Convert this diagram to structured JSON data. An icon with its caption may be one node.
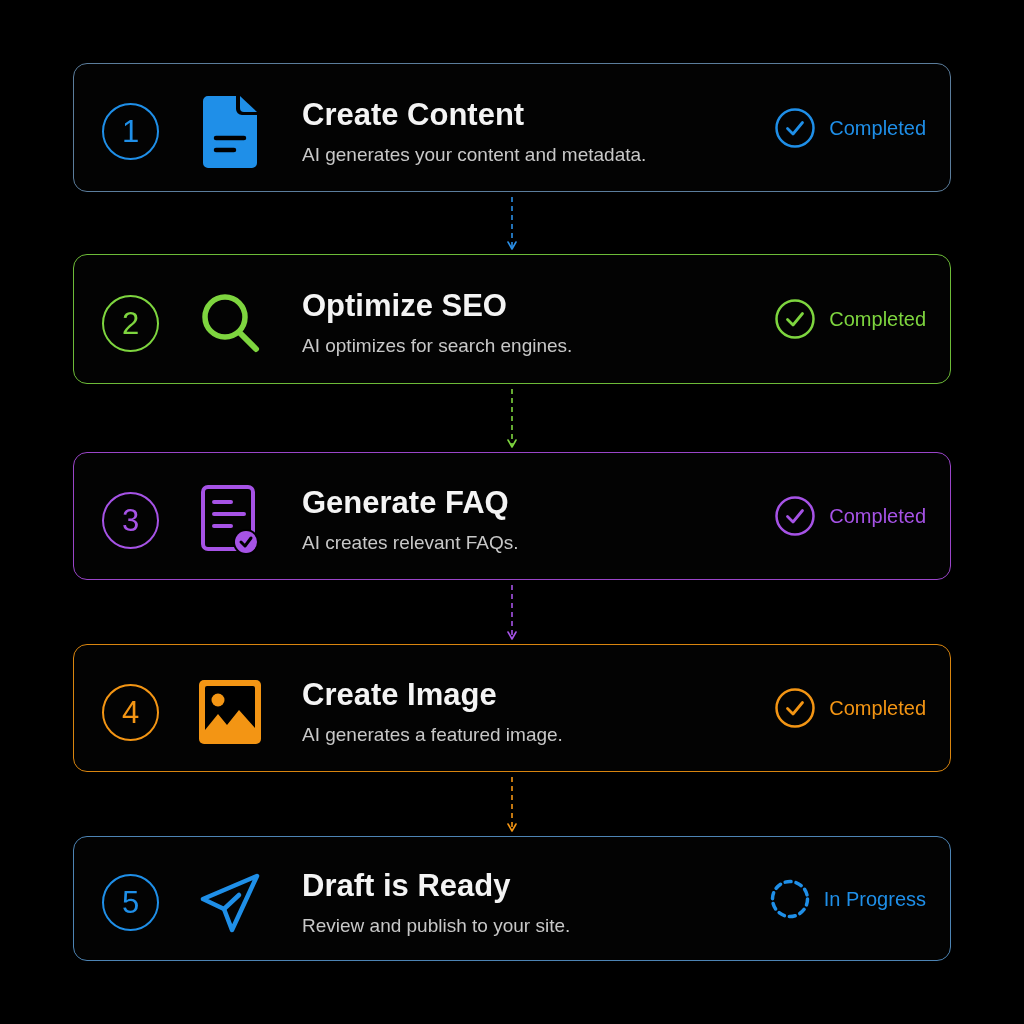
{
  "diagram": {
    "nodes": [
      {
        "text": [
          "Create Content",
          "AI generates your content and metadata.",
          "Completed"
        ]
      },
      {
        "text": [
          "1"
        ],
        "in": 0
      },
      {
        "text": [
          "Optimize SEO",
          "AI optimizes for search engines.",
          "Completed"
        ]
      },
      {
        "text": [
          "2"
        ],
        "in": 2
      },
      {
        "text": [
          "Generate FAQ",
          "AI creates relevant FAQs.",
          "Completed"
        ]
      },
      {
        "text": [
          "3"
        ],
        "in": 4
      },
      {
        "text": [
          "Create Image",
          "AI generates a featured image.",
          "Completed"
        ]
      },
      {
        "text": [
          "4"
        ],
        "in": 6
      },
      {
        "text": [
          "Draft is Ready",
          "Review and publish to your site.",
          "In Progress"
        ]
      },
      {
        "text": [
          "5"
        ],
        "in": 8
      }
    ],
    "edges": [
      {
        "from": 0,
        "to": 2,
        "arrow": "to",
        "style": "dashed",
        "color": "#2b8fe6"
      },
      {
        "from": 2,
        "to": 4,
        "arrow": "to",
        "style": "dashed",
        "color": "#7ed53f"
      },
      {
        "from": 4,
        "to": 6,
        "arrow": "to",
        "style": "dashed",
        "color": "#a653e6"
      },
      {
        "from": 6,
        "to": 8,
        "arrow": "to",
        "style": "dashed",
        "color": "#f39514"
      }
    ]
  }
}
